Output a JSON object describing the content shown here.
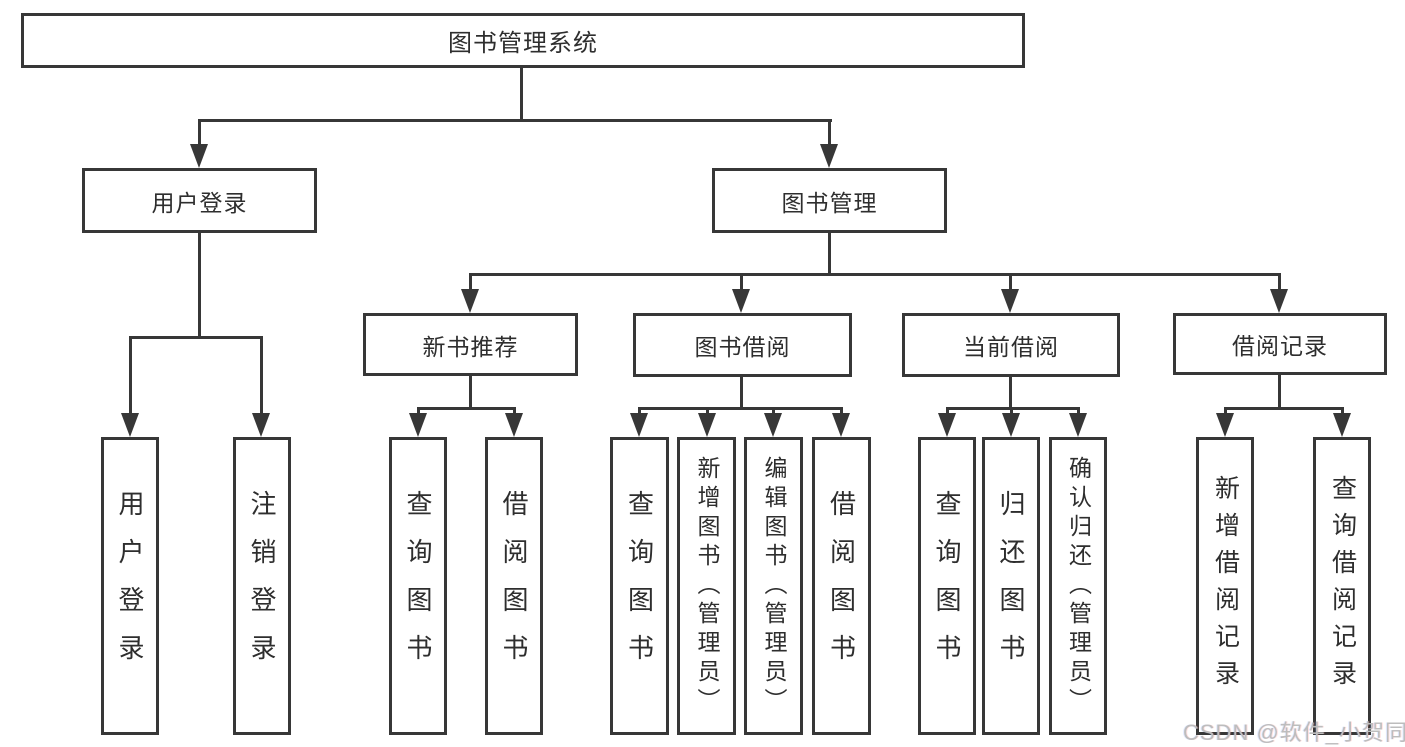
{
  "diagram": {
    "type": "tree",
    "title": "图书管理系统"
  },
  "hierarchy": {
    "label": "图书管理系统",
    "children": [
      {
        "label": "用户登录",
        "children": [
          {
            "label": "用户登录"
          },
          {
            "label": "注销登录"
          }
        ]
      },
      {
        "label": "图书管理",
        "children": [
          {
            "label": "新书推荐",
            "children": [
              {
                "label": "查询图书"
              },
              {
                "label": "借阅图书"
              }
            ]
          },
          {
            "label": "图书借阅",
            "children": [
              {
                "label": "查询图书"
              },
              {
                "label": "新增图书（管理员）"
              },
              {
                "label": "编辑图书（管理员）"
              },
              {
                "label": "借阅图书"
              }
            ]
          },
          {
            "label": "当前借阅",
            "children": [
              {
                "label": "查询图书"
              },
              {
                "label": "归还图书"
              },
              {
                "label": "确认归还（管理员）"
              }
            ]
          },
          {
            "label": "借阅记录",
            "children": [
              {
                "label": "新增借阅记录"
              },
              {
                "label": "查询借阅记录"
              }
            ]
          }
        ]
      }
    ]
  },
  "watermark": {
    "text": "CSDN @软件_小贺同学"
  },
  "colors": {
    "line": "#373737",
    "box_border": "#373737",
    "text": "#2e2e2e",
    "background": "#ffffff",
    "watermark": "#bdbdbd"
  }
}
